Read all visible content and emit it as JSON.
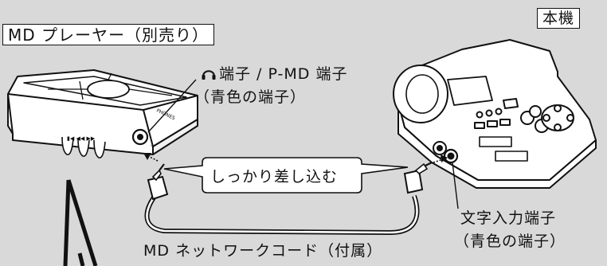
{
  "labels": {
    "md_player": "MD プレーヤー（別売り）",
    "main_unit": "本機",
    "port_line1": "端子 / P-MD 端子",
    "port_line2": "（青色の端子）",
    "callout": "しっかり差し込む",
    "char_input_line1": "文字入力端子",
    "char_input_line2": "（青色の端子）",
    "cord": "MD ネットワークコード（付属）"
  },
  "icons": {
    "port_symbol": "headphone-icon"
  },
  "colors": {
    "background": "#d9d9d9",
    "line": "#111111",
    "fill": "#ffffff"
  }
}
